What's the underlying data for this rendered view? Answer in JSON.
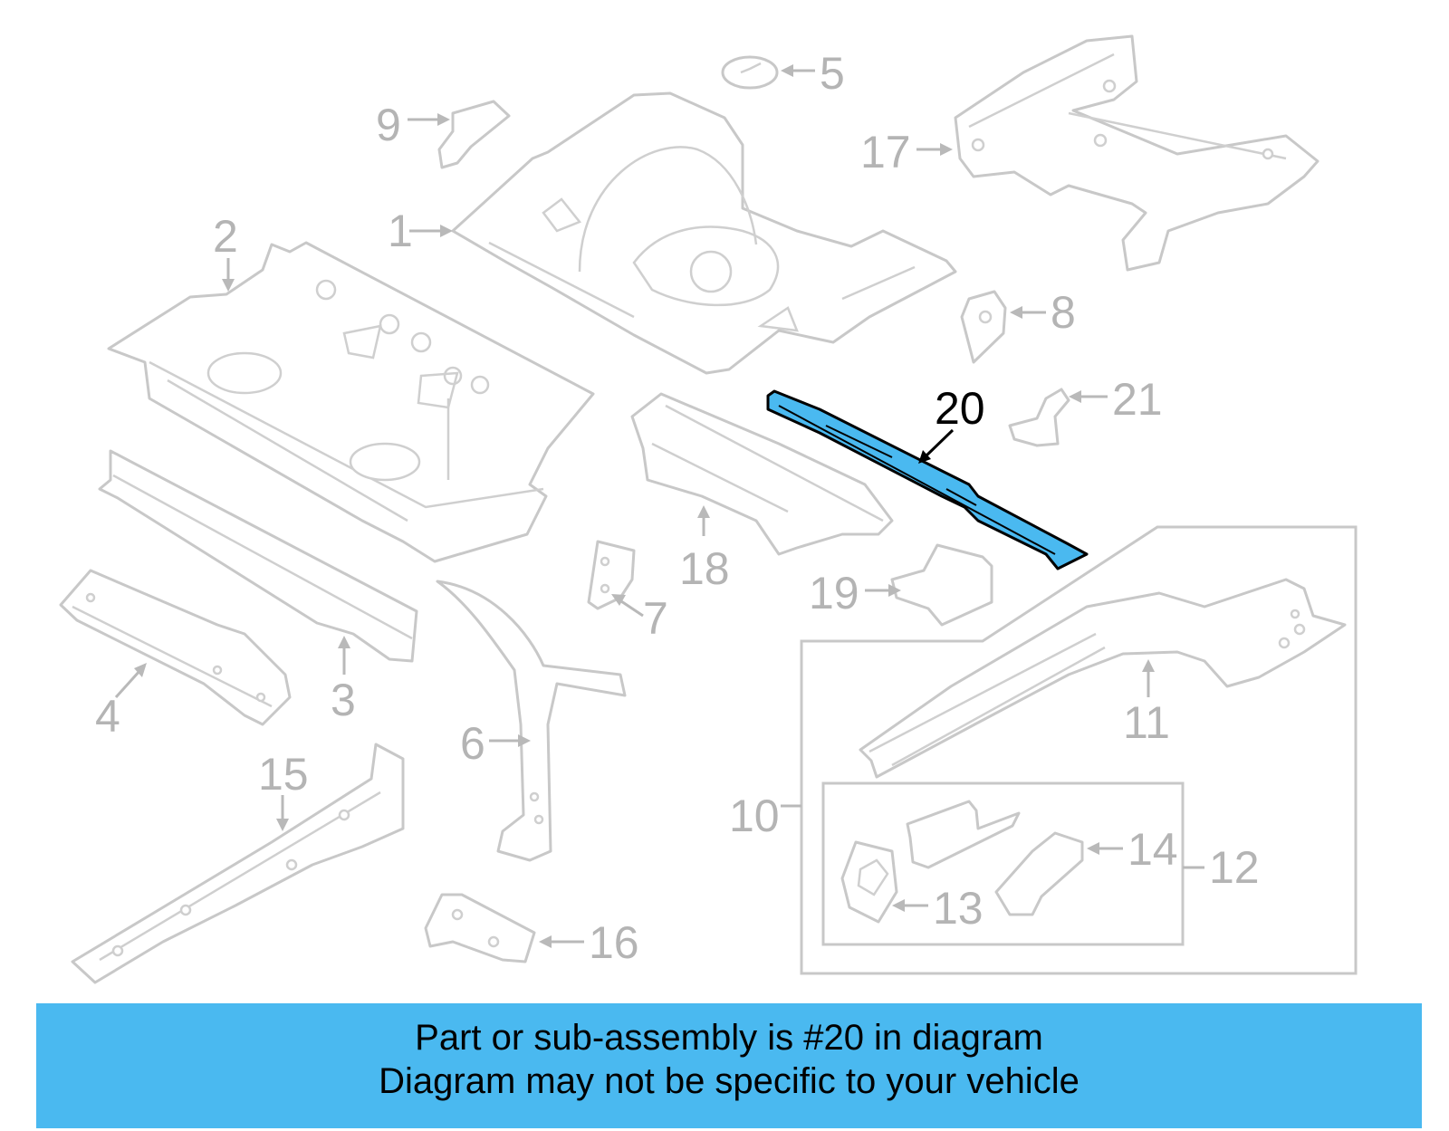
{
  "callouts": {
    "c1": "1",
    "c2": "2",
    "c3": "3",
    "c4": "4",
    "c5": "5",
    "c6": "6",
    "c7": "7",
    "c8": "8",
    "c9": "9",
    "c10": "10",
    "c11": "11",
    "c12": "12",
    "c13": "13",
    "c14": "14",
    "c15": "15",
    "c16": "16",
    "c17": "17",
    "c18": "18",
    "c19": "19",
    "c20": "20",
    "c21": "21"
  },
  "highlighted_part": "20",
  "colors": {
    "highlight": "#4ab9f0",
    "banner": "#4ab9f0",
    "part_outline": "#c8c8c8",
    "callout_text": "#b4b4b4"
  },
  "banner": {
    "line1": "Part or sub-assembly is #20 in diagram",
    "line2": "Diagram may not be specific to your vehicle"
  }
}
